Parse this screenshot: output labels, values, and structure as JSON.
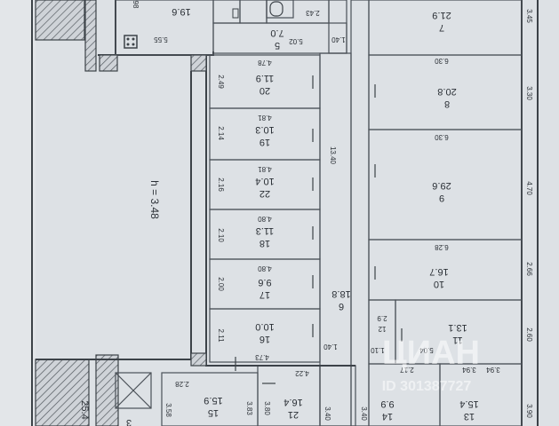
{
  "plan": {
    "height_note": "h = 3.48",
    "rooms": [
      {
        "id": "rm-7",
        "number": "7",
        "area": "21.9"
      },
      {
        "id": "rm-8",
        "number": "8",
        "area": "20.8"
      },
      {
        "id": "rm-9",
        "number": "9",
        "area": "29.6"
      },
      {
        "id": "rm-10",
        "number": "10",
        "area": "16.7"
      },
      {
        "id": "rm-11",
        "number": "11",
        "area": "13.1"
      },
      {
        "id": "rm-12",
        "number": "12",
        "area": "2.9"
      },
      {
        "id": "rm-13",
        "number": "13",
        "area": "15.4"
      },
      {
        "id": "rm-14",
        "number": "14",
        "area": "9.9"
      },
      {
        "id": "rm-16",
        "number": "16",
        "area": "10.0"
      },
      {
        "id": "rm-17",
        "number": "17",
        "area": "9.6"
      },
      {
        "id": "rm-18",
        "number": "18",
        "area": "11.3"
      },
      {
        "id": "rm-19",
        "number": "19",
        "area": "10.3"
      },
      {
        "id": "rm-20",
        "number": "20",
        "area": "11.9"
      },
      {
        "id": "rm-21",
        "number": "21",
        "area": "16.4"
      },
      {
        "id": "rm-22",
        "number": "22",
        "area": "10.4"
      },
      {
        "id": "rm-5",
        "number": "5",
        "area": "7.0"
      },
      {
        "id": "rm-3",
        "number": "3",
        "area": "25.4"
      },
      {
        "id": "rm-15",
        "number": "15",
        "area": "15.9"
      },
      {
        "id": "rm-1",
        "number": "",
        "area": "19.6"
      },
      {
        "id": "rm-corridor",
        "number": "6",
        "area": "18.8"
      },
      {
        "id": "rm-small",
        "number": "",
        "area": "2.43"
      }
    ],
    "dimensions": {
      "d_345": "3.45",
      "d_330": "3.30",
      "d_470": "4.70",
      "d_266": "2.66",
      "d_260": "2.60",
      "d_390": "3.90",
      "d_630a": "6.30",
      "d_630b": "6.30",
      "d_628": "6.28",
      "d_394a": "3.94",
      "d_394b": "3.94",
      "d_504": "5.04",
      "d_217": "2.17",
      "d_110": "1.10",
      "d_140a": "1.40",
      "d_140b": "1.40",
      "d_1340": "13.40",
      "d_340a": "3.40",
      "d_340b": "3.40",
      "d_380": "3.80",
      "d_383": "3.83",
      "d_358": "3.58",
      "d_228": "2.28",
      "d_422": "4.22",
      "d_473": "4.73",
      "d_480a": "4.80",
      "d_480b": "4.80",
      "d_481a": "4.81",
      "d_481b": "4.81",
      "d_478": "4.78",
      "d_249": "2.49",
      "d_214": "2.14",
      "d_216": "2.16",
      "d_210": "2.10",
      "d_200": "2.00",
      "d_211": "2.11",
      "d_555": "5.55",
      "d_502": "5.02",
      "d_98": "98"
    },
    "watermark": {
      "logo": "ЦИАН",
      "id": "ID 301387727"
    }
  }
}
